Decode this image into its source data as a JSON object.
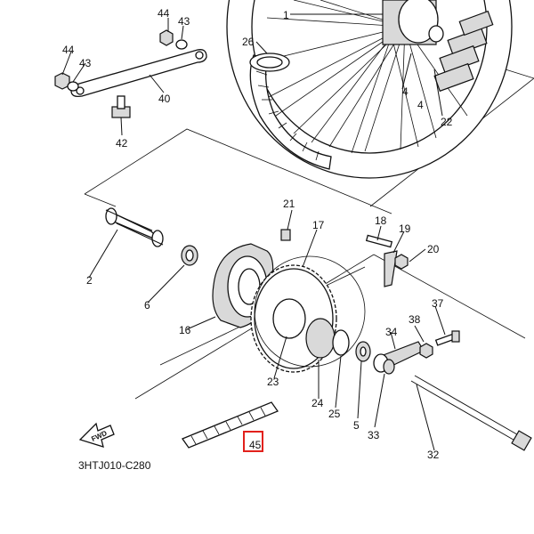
{
  "diagram": {
    "code": "3HTJ010-C280",
    "forward_label": "FWD",
    "highlight_color": "#e2211c",
    "callouts": {
      "c1": "1",
      "c2": "2",
      "c4a": "4",
      "c4b": "4",
      "c5": "5",
      "c6": "6",
      "c16": "16",
      "c17": "17",
      "c18": "18",
      "c19": "19",
      "c20": "20",
      "c21": "21",
      "c22": "22",
      "c23": "23",
      "c24": "24",
      "c25": "25",
      "c26": "26",
      "c32": "32",
      "c33": "33",
      "c34": "34",
      "c37": "37",
      "c38": "38",
      "c40": "40",
      "c42": "42",
      "c43a": "43",
      "c43b": "43",
      "c44a": "44",
      "c44b": "44",
      "c45": "45"
    }
  }
}
